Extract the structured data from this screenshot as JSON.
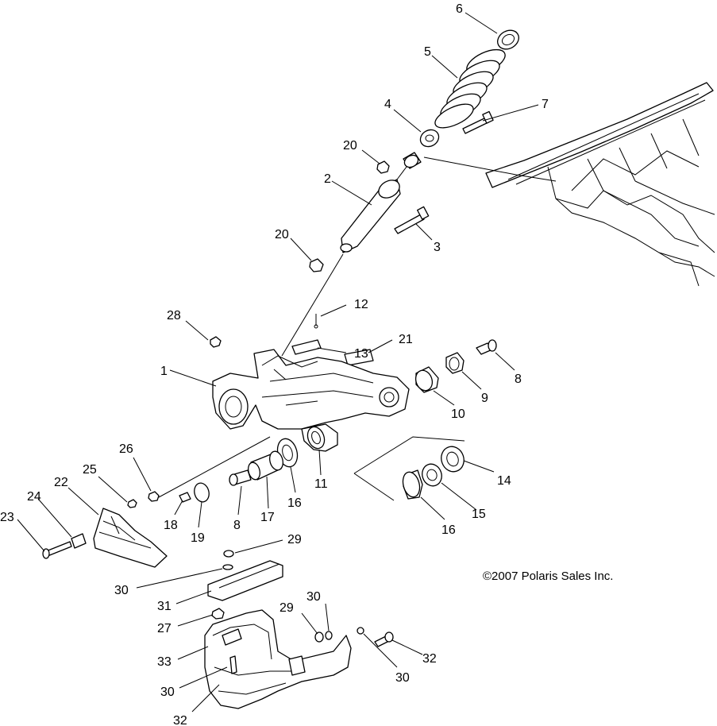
{
  "diagram": {
    "copyright": "©2007 Polaris Sales Inc.",
    "callouts": [
      {
        "id": "c6",
        "text": "6"
      },
      {
        "id": "c5",
        "text": "5"
      },
      {
        "id": "c4",
        "text": "4"
      },
      {
        "id": "c7",
        "text": "7"
      },
      {
        "id": "c20a",
        "text": "20"
      },
      {
        "id": "c2",
        "text": "2"
      },
      {
        "id": "c3",
        "text": "3"
      },
      {
        "id": "c20b",
        "text": "20"
      },
      {
        "id": "c12",
        "text": "12"
      },
      {
        "id": "c28",
        "text": "28"
      },
      {
        "id": "c13",
        "text": "13"
      },
      {
        "id": "c21",
        "text": "21"
      },
      {
        "id": "c8a",
        "text": "8"
      },
      {
        "id": "c1",
        "text": "1"
      },
      {
        "id": "c9",
        "text": "9"
      },
      {
        "id": "c10",
        "text": "10"
      },
      {
        "id": "c26",
        "text": "26"
      },
      {
        "id": "c11",
        "text": "11"
      },
      {
        "id": "c14",
        "text": "14"
      },
      {
        "id": "c25",
        "text": "25"
      },
      {
        "id": "c22",
        "text": "22"
      },
      {
        "id": "c24",
        "text": "24"
      },
      {
        "id": "c23",
        "text": "23"
      },
      {
        "id": "c18",
        "text": "18"
      },
      {
        "id": "c19",
        "text": "19"
      },
      {
        "id": "c8b",
        "text": "8"
      },
      {
        "id": "c17",
        "text": "17"
      },
      {
        "id": "c16a",
        "text": "16"
      },
      {
        "id": "c15",
        "text": "15"
      },
      {
        "id": "c16b",
        "text": "16"
      },
      {
        "id": "c29a",
        "text": "29"
      },
      {
        "id": "c30a",
        "text": "30"
      },
      {
        "id": "c31",
        "text": "31"
      },
      {
        "id": "c27",
        "text": "27"
      },
      {
        "id": "c29b",
        "text": "29"
      },
      {
        "id": "c30b",
        "text": "30"
      },
      {
        "id": "c33",
        "text": "33"
      },
      {
        "id": "c30c",
        "text": "30"
      },
      {
        "id": "c32a",
        "text": "32"
      },
      {
        "id": "c30d",
        "text": "30"
      },
      {
        "id": "c32b",
        "text": "32"
      }
    ]
  }
}
